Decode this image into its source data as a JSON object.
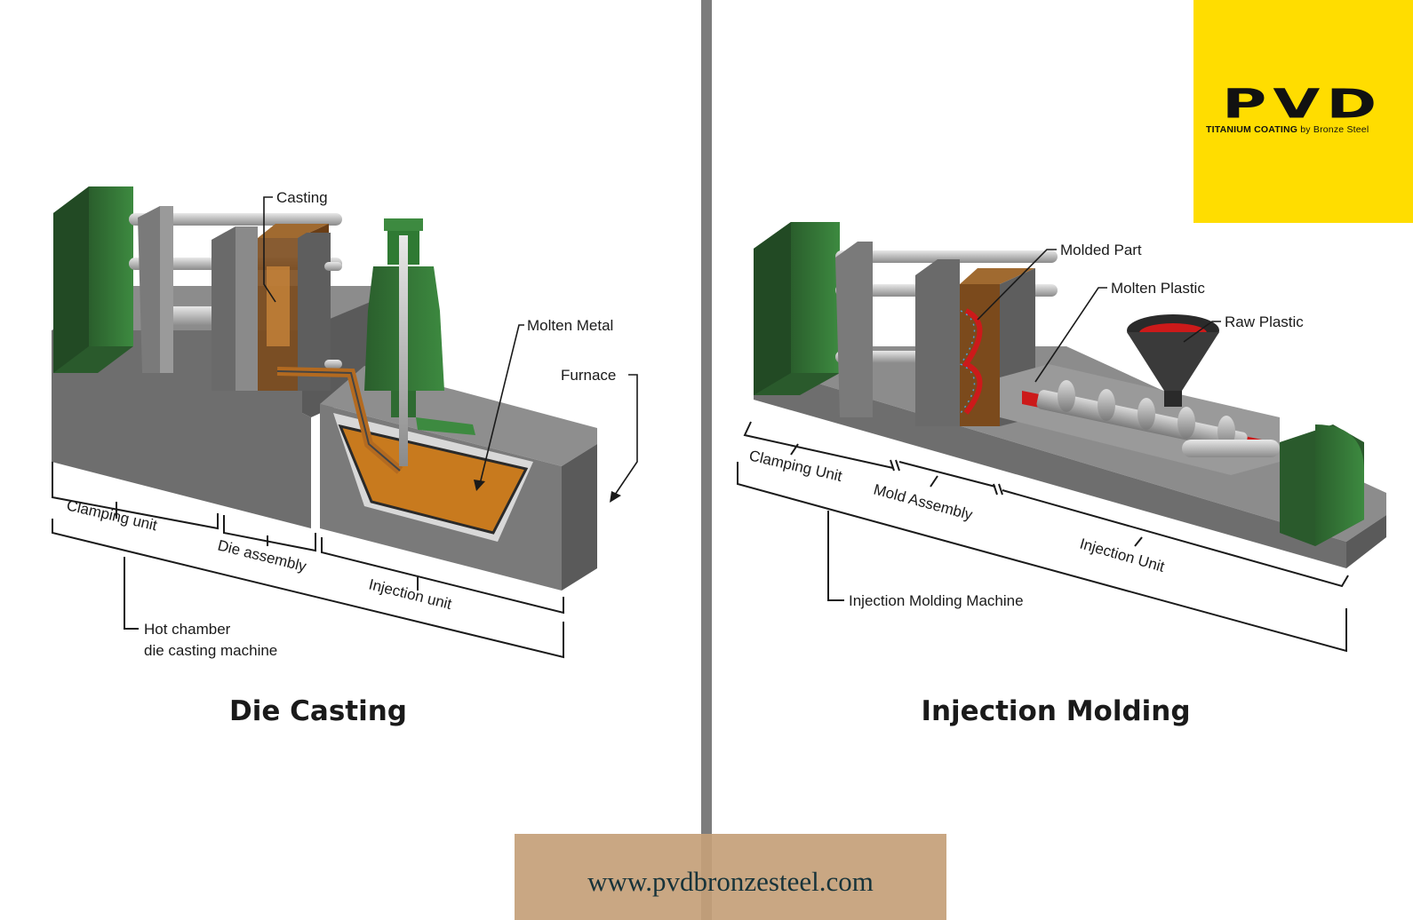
{
  "die_casting": {
    "title": "Die Casting",
    "labels": {
      "casting": "Casting",
      "molten_metal": "Molten Metal",
      "furnace": "Furnace",
      "clamping_unit": "Clamping unit",
      "die_assembly": "Die assembly",
      "injection_unit": "Injection unit",
      "machine_line1": "Hot chamber",
      "machine_line2": "die casting machine"
    }
  },
  "injection_molding": {
    "title": "Injection Molding",
    "labels": {
      "molded_part": "Molded Part",
      "molten_plastic": "Molten Plastic",
      "raw_plastic": "Raw Plastic",
      "clamping_unit": "Clamping Unit",
      "mold_assembly": "Mold Assembly",
      "injection_unit": "Injection Unit",
      "machine": "Injection Molding Machine"
    }
  },
  "logo": {
    "wordmark": "PVD",
    "tagline_bold": "TITANIUM COATING",
    "tagline_rest": " by Bronze Steel"
  },
  "footer": {
    "url": "www.pvdbronzesteel.com"
  },
  "colors": {
    "machine_green": "#2f6b32",
    "machine_gray": "#6e6e6e",
    "molten_metal": "#c87a1e",
    "molten_plastic": "#cc1a1a",
    "logo_yellow": "#ffdd00",
    "footer_tan": "#c4a078",
    "divider": "#7c7c7c"
  }
}
